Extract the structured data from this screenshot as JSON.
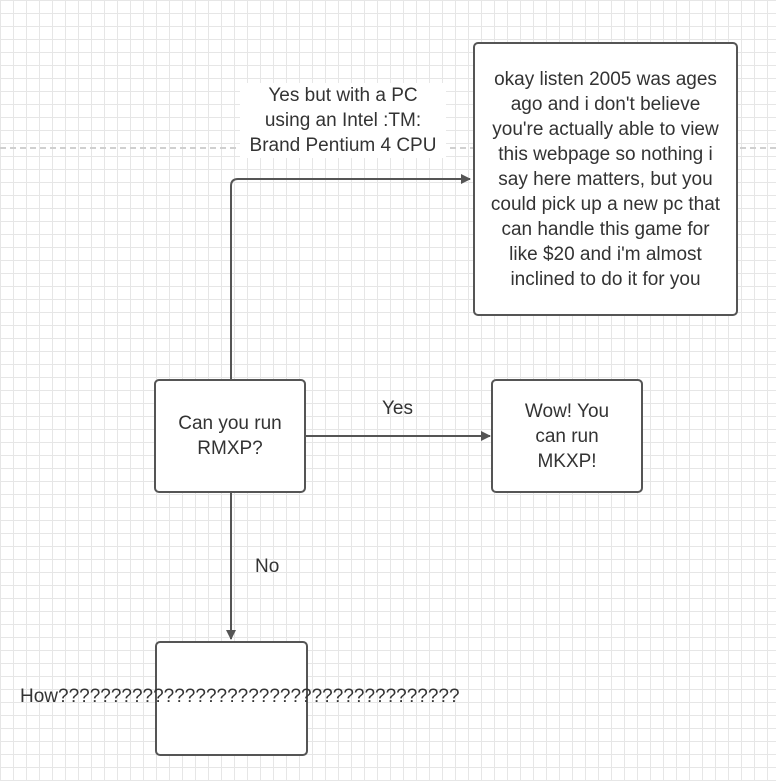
{
  "nodes": {
    "question": "Can you run RMXP?",
    "yes_result": "Wow! You can run MKXP!",
    "pentium_result": "okay listen 2005 was ages ago and i don't believe you're actually able to view this webpage so nothing i say here matters, but you could pick up a new pc that can handle this game for like $20 and i'm almost inclined to do it for you",
    "no_result": "How??????????????????????????????????????"
  },
  "edges": {
    "yes": "Yes",
    "no": "No",
    "pentium_line1": "Yes but with a PC",
    "pentium_line2": "using an Intel :TM:",
    "pentium_line3": "Brand Pentium 4 CPU"
  },
  "colors": {
    "stroke": "#555555",
    "text": "#333333",
    "grid": "#e6e6e6"
  }
}
